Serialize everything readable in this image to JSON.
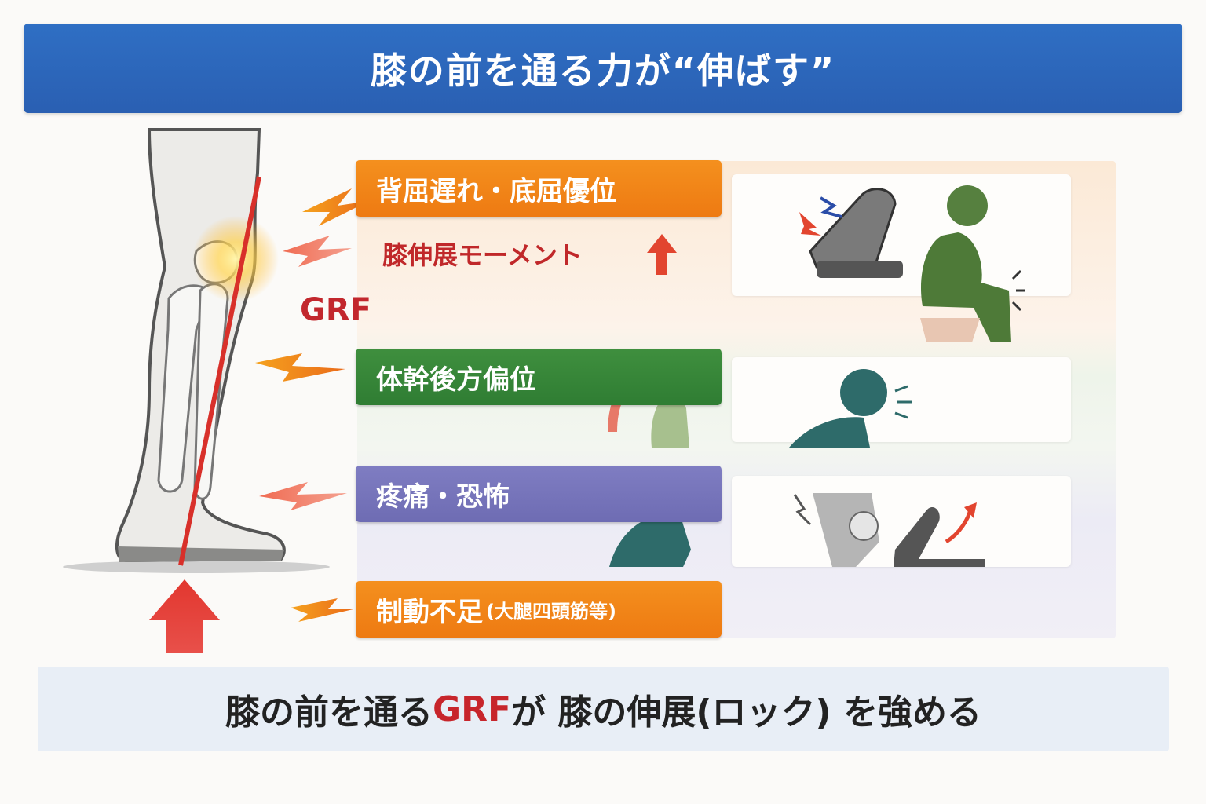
{
  "title": "膝の前を通る力が“伸ばす”",
  "grf_label": "GRF",
  "factors": [
    {
      "label": "背屈遅れ・底屈優位",
      "color": "#f08318"
    },
    {
      "label": "体幹後方偏位",
      "color": "#35843a"
    },
    {
      "label": "疼痛・恐怖",
      "color": "#7775bb"
    },
    {
      "label": "制動不足",
      "suffix": "(大腿四頭筋等)",
      "color": "#f08318"
    }
  ],
  "moment_label": "膝伸展モーメント",
  "bottom": {
    "prefix": "膝の前を通る",
    "highlight": "GRF",
    "suffix": " が 膝の伸展(ロック) を強める"
  },
  "icons": [
    "leg-illustration",
    "grf-arrow",
    "ankle-foot-orthosis-icon",
    "sitting-person-knee-pain-icon",
    "leaning-person-icon",
    "coughing-person-icon",
    "crouching-person-icon",
    "knee-joint-icon"
  ]
}
